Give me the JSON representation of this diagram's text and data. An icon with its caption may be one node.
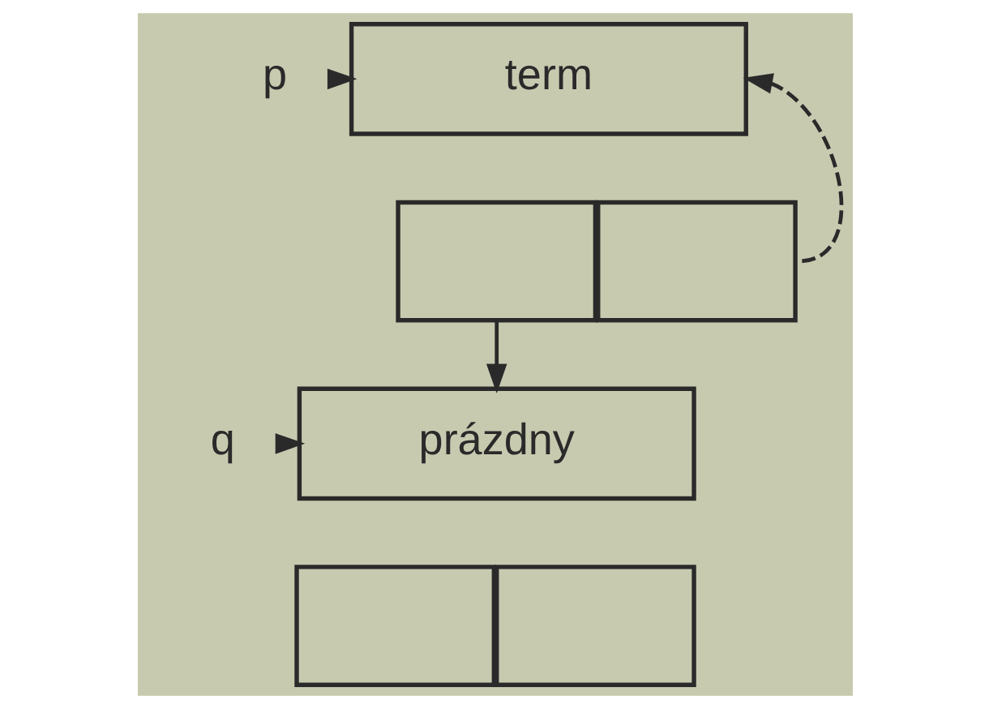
{
  "diagram": {
    "nodes": [
      {
        "text": [
          "p"
        ]
      },
      {
        "text": [
          "term"
        ]
      },
      {
        "text": [],
        "shape": "box"
      },
      {
        "text": [],
        "shape": "box"
      },
      {
        "text": [
          "q"
        ]
      },
      {
        "text": [
          "prázdny"
        ]
      },
      {
        "text": [],
        "shape": "box"
      },
      {
        "text": [],
        "shape": "box"
      }
    ],
    "edges": [
      {
        "from": 0,
        "to": 1,
        "arrow": "to"
      },
      {
        "from": 3,
        "to": 1,
        "arrow": "to",
        "style": "dashed"
      },
      {
        "from": 2,
        "to": 5,
        "arrow": "to"
      },
      {
        "from": 4,
        "to": 5,
        "arrow": "to"
      }
    ]
  }
}
